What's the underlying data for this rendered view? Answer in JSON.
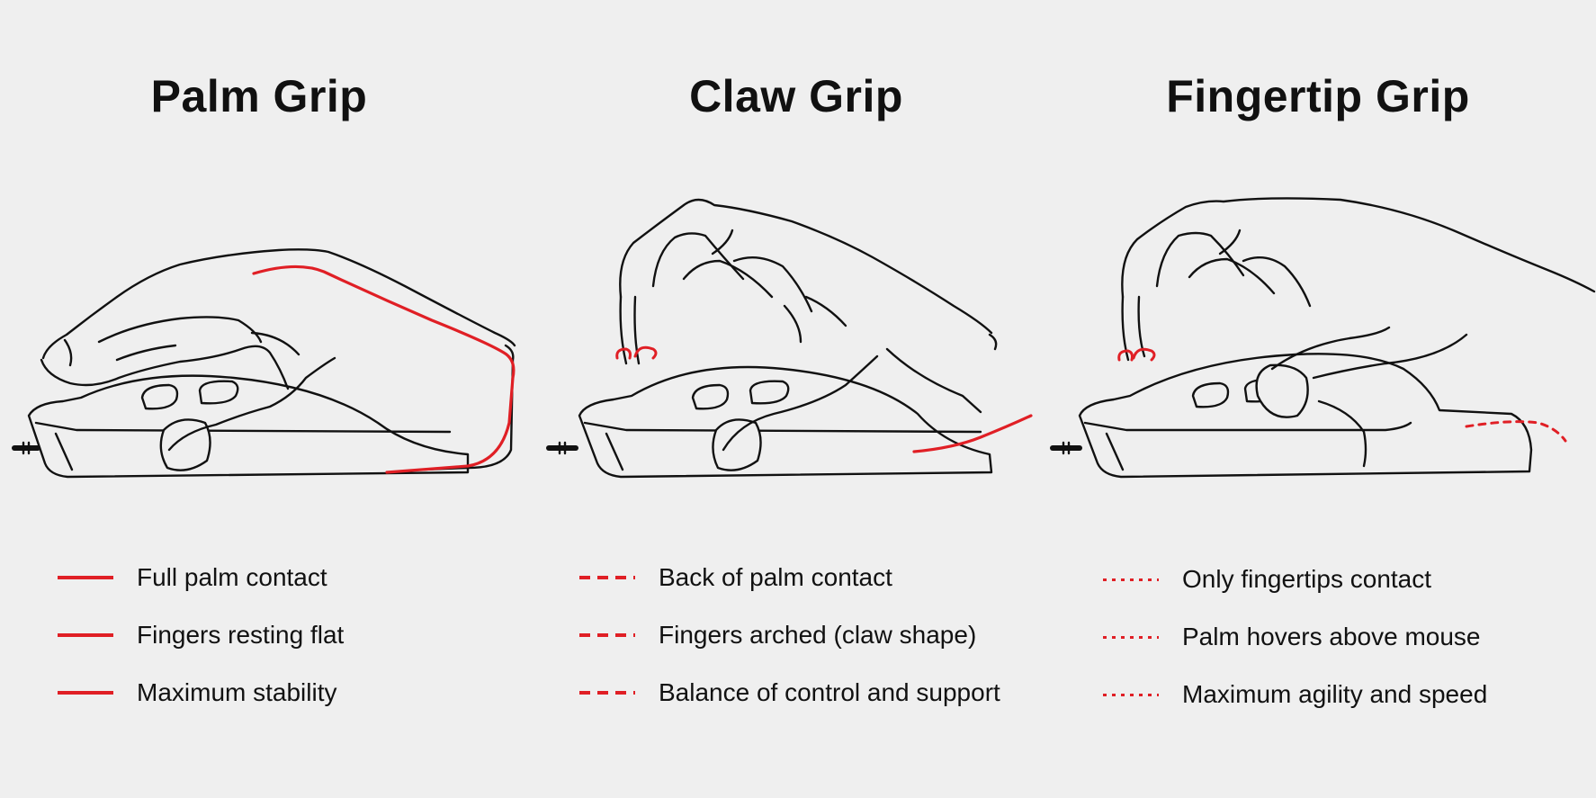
{
  "panels": [
    {
      "title": "Palm Grip",
      "legend_style": "solid",
      "legend": [
        "Full palm contact",
        "Fingers resting flat",
        "Maximum stability"
      ]
    },
    {
      "title": "Claw Grip",
      "legend_style": "dashed",
      "legend": [
        "Back of palm contact",
        "Fingers arched (claw shape)",
        "Balance of control and support"
      ]
    },
    {
      "title": "Fingertip Grip",
      "legend_style": "dotted",
      "legend": [
        "Only fingertips contact",
        "Palm hovers above mouse",
        "Maximum agility and speed"
      ]
    }
  ],
  "colors": {
    "background": "#efefef",
    "outline": "#111111",
    "contact_highlight": "#e01f25"
  }
}
